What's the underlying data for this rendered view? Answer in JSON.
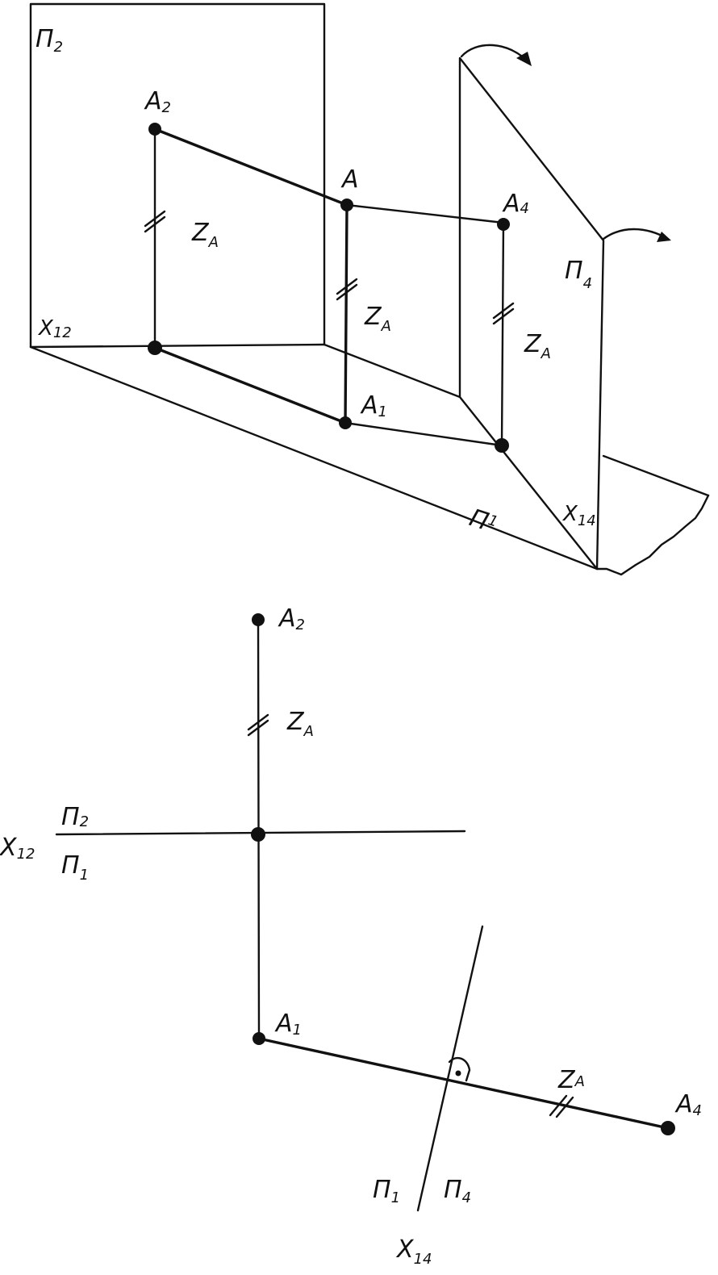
{
  "iso": {
    "plane_p2": {
      "letter": "Π",
      "index": "2"
    },
    "plane_p4": {
      "letter": "Π",
      "index": "4"
    },
    "plane_p1": {
      "letter": "Π",
      "index": "1"
    },
    "axis_x12": {
      "letter": "X",
      "index": "12"
    },
    "axis_x14": {
      "letter": "X",
      "index": "14"
    },
    "point_a": "A",
    "point_a2": {
      "letter": "A",
      "index": "2"
    },
    "point_a1": {
      "letter": "A",
      "index": "1"
    },
    "point_a4": {
      "letter": "A",
      "index": "4"
    },
    "za_1": {
      "letter": "Z",
      "index": "A"
    },
    "za_2": {
      "letter": "Z",
      "index": "A"
    },
    "za_3": {
      "letter": "Z",
      "index": "A"
    }
  },
  "epure": {
    "point_a2": {
      "letter": "A",
      "index": "2"
    },
    "point_a1": {
      "letter": "A",
      "index": "1"
    },
    "point_a4": {
      "letter": "A",
      "index": "4"
    },
    "za_vertical": {
      "letter": "Z",
      "index": "A"
    },
    "za_new": {
      "letter": "Z",
      "index": "A"
    },
    "axis_x12": {
      "letter": "X",
      "index": "12"
    },
    "axis_x14": {
      "letter": "X",
      "index": "14"
    },
    "p2_above": {
      "letter": "Π",
      "index": "2"
    },
    "p1_below": {
      "letter": "Π",
      "index": "1"
    },
    "p1_left": {
      "letter": "Π",
      "index": "1"
    },
    "p4_right": {
      "letter": "Π",
      "index": "4"
    }
  }
}
